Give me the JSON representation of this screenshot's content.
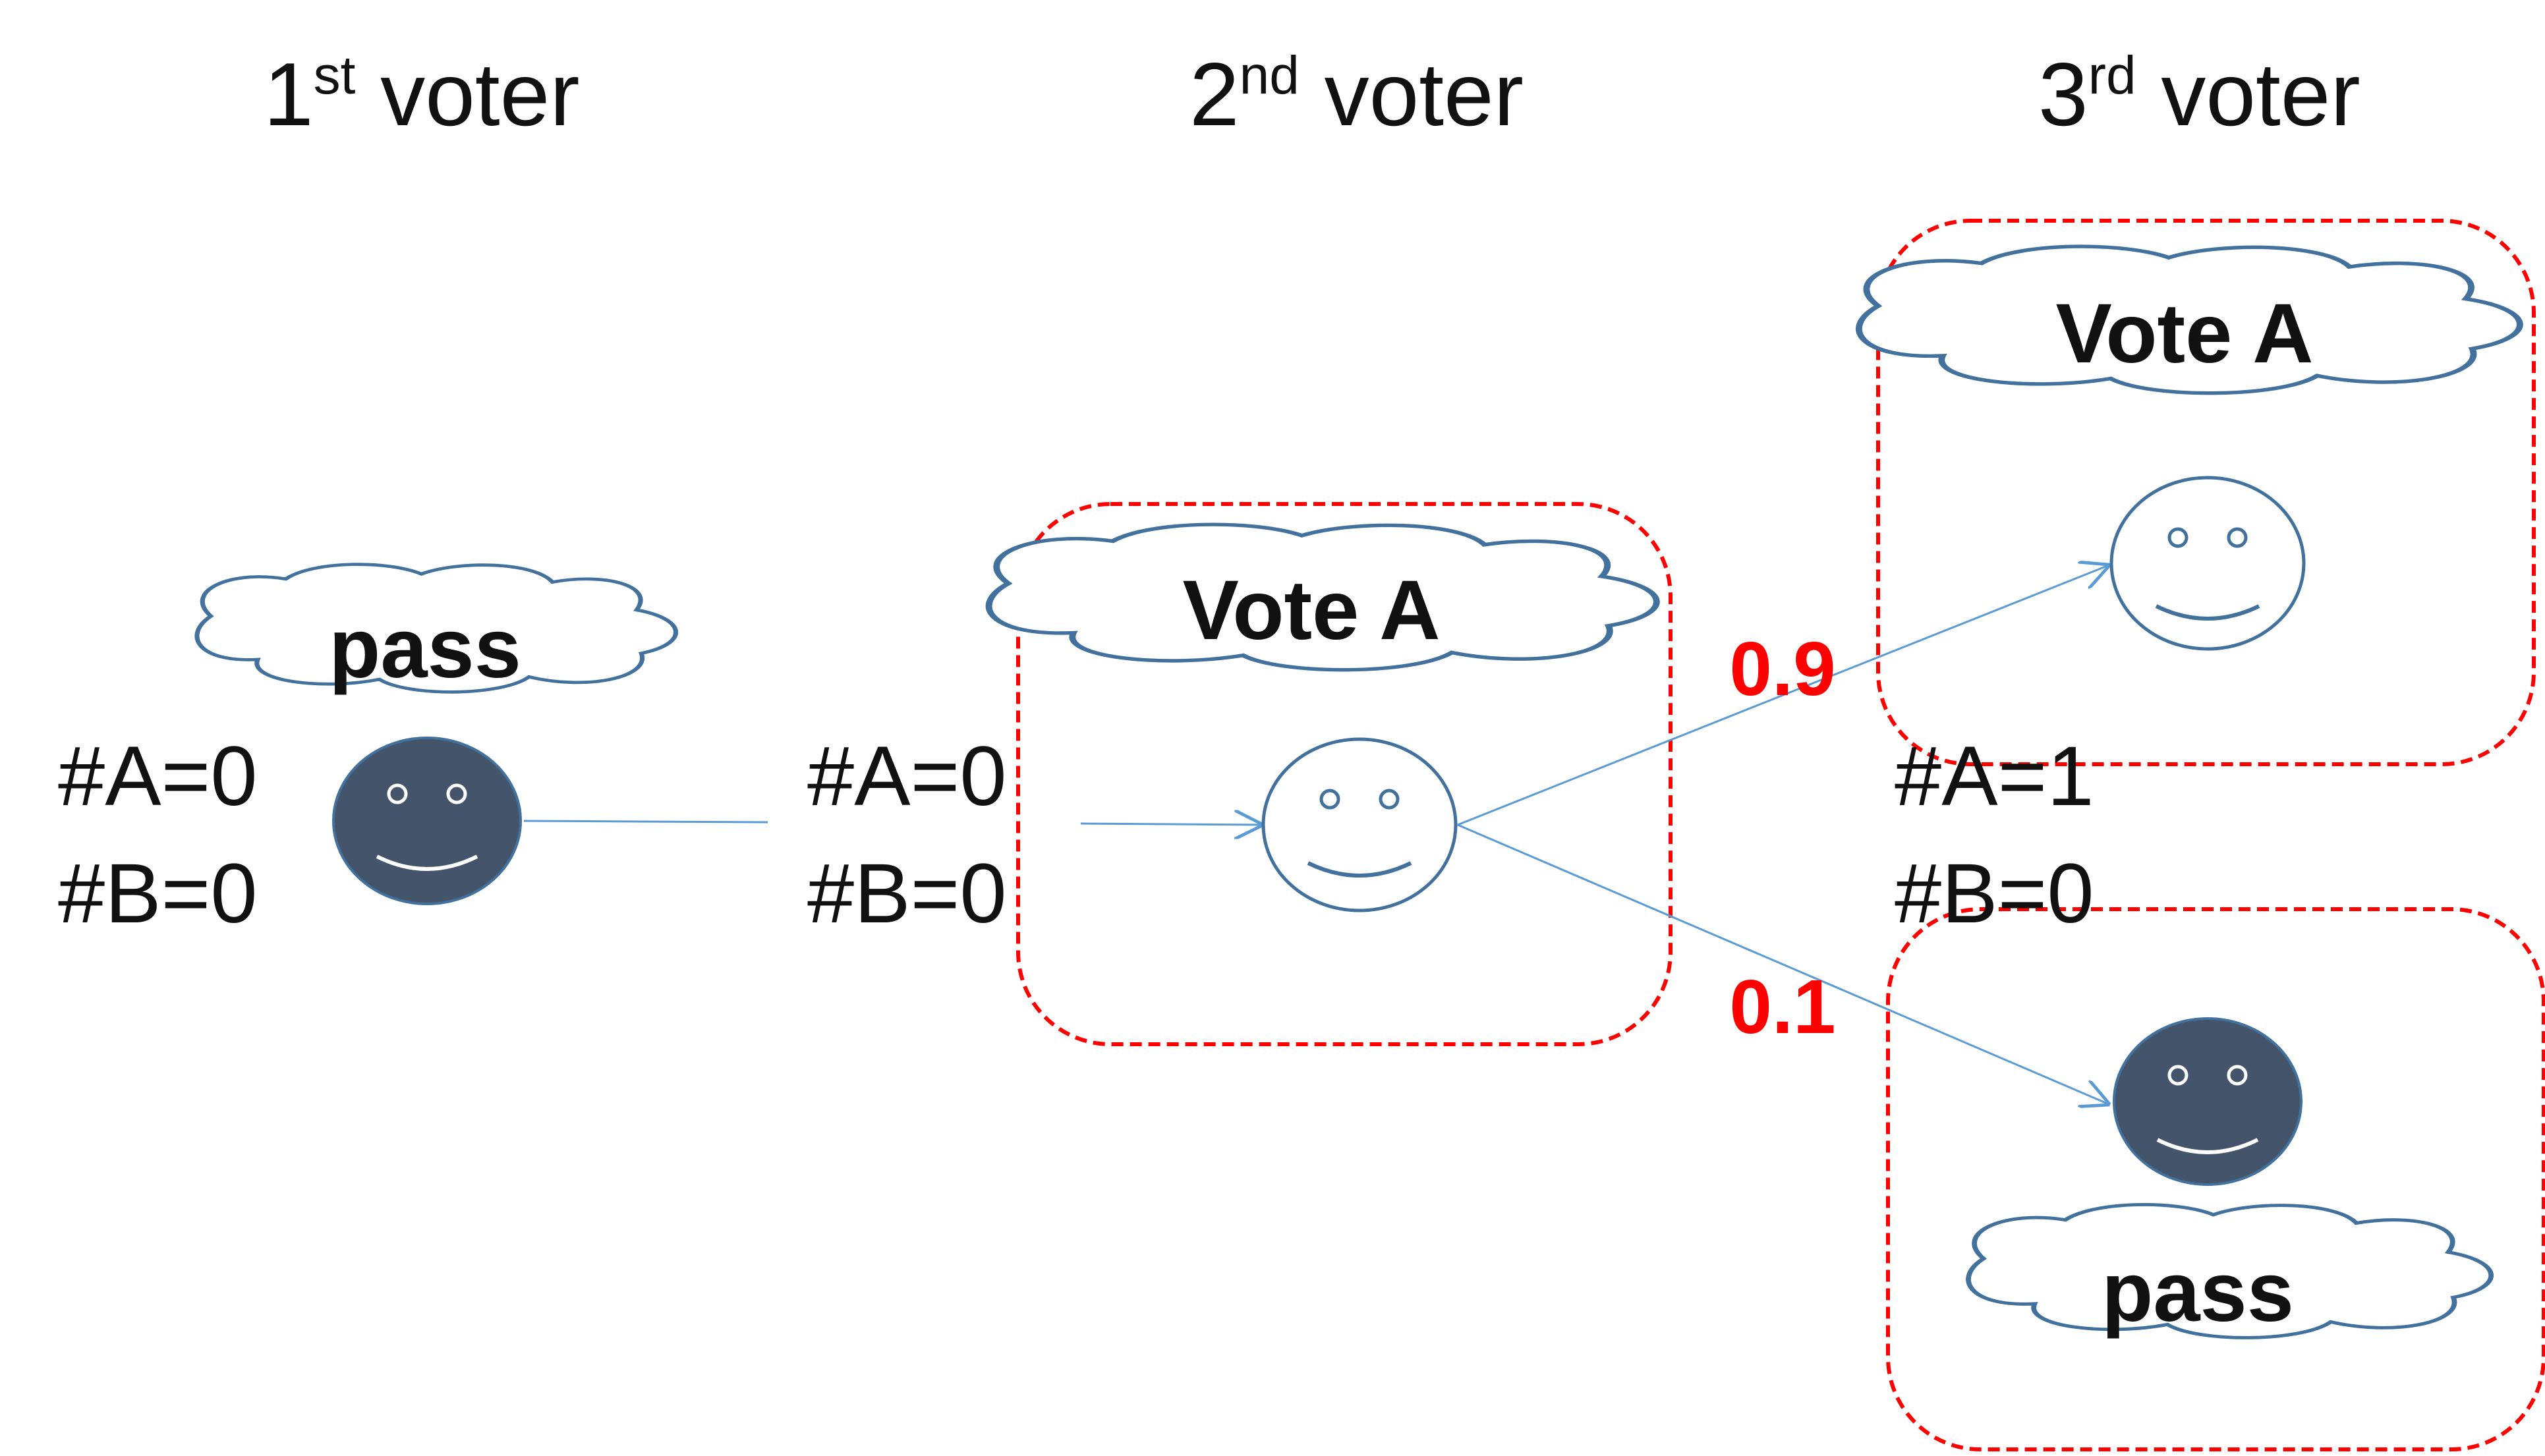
{
  "headers": [
    {
      "num": "1",
      "suffix": "st",
      "word": " voter"
    },
    {
      "num": "2",
      "suffix": "nd",
      "word": " voter"
    },
    {
      "num": "3",
      "suffix": "rd",
      "word": " voter"
    }
  ],
  "voter1": {
    "thought": "pass",
    "count_a": "#A=0",
    "count_b": "#B=0"
  },
  "voter2": {
    "thought": "Vote A",
    "count_a": "#A=0",
    "count_b": "#B=0"
  },
  "voter3": {
    "upper_thought": "Vote A",
    "lower_thought": "pass",
    "count_a": "#A=1",
    "count_b": "#B=0"
  },
  "probabilities": {
    "upper": "0.9",
    "lower": "0.1"
  },
  "colors": {
    "highlight_box": "#ff0000",
    "face_outline": "#41719c",
    "face_dark_fill": "#44546a",
    "arrow": "#5b9bd5",
    "probability": "#ff0000"
  },
  "icons": {
    "voter_face": "smiley-face-icon",
    "thought": "cloud-callout-icon",
    "transition": "arrow"
  }
}
